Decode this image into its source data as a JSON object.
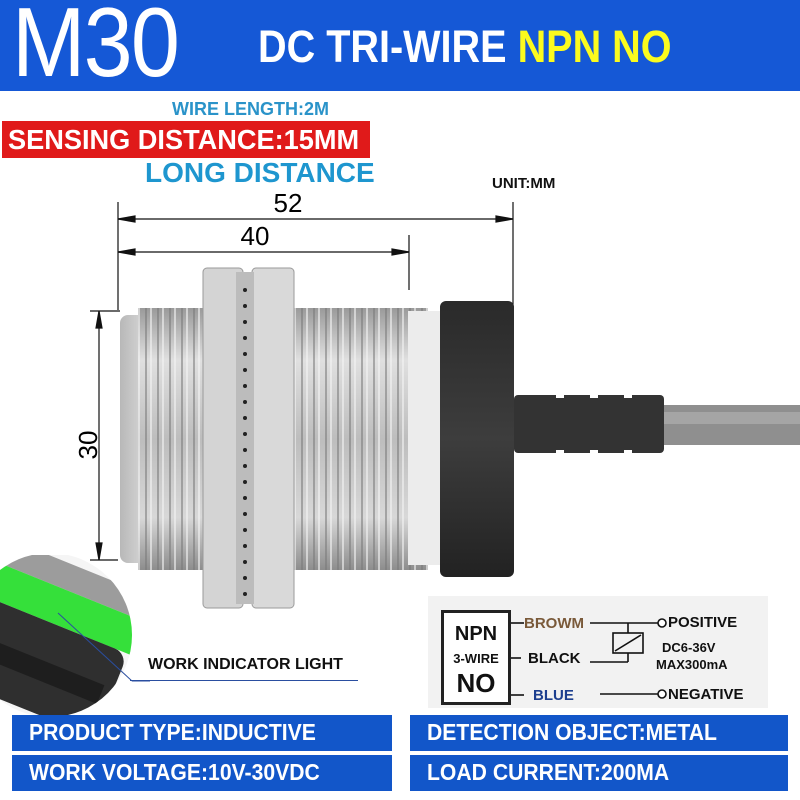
{
  "header": {
    "model": "M30",
    "subtitle_main": "DC TRI-WIRE ",
    "subtitle_highlight": "NPN NO",
    "bg_color": "#1558d6",
    "highlight_color": "#fbfb1e"
  },
  "badges": {
    "wire_length": "WIRE LENGTH:2M",
    "sensing_distance": "SENSING DISTANCE:15MM",
    "long_distance": "LONG DISTANCE"
  },
  "dimensions": {
    "unit": "UNIT:MM",
    "total_length": "52",
    "thread_length": "40",
    "diameter": "30"
  },
  "indicator": {
    "label": "WORK INDICATOR LIGHT"
  },
  "wiring": {
    "box": {
      "line1": "NPN",
      "line2": "3-WIRE",
      "line3": "NO"
    },
    "wires": [
      {
        "label": "BROWM",
        "color": "#7a5a3a",
        "terminal": "POSITIVE"
      },
      {
        "label": "BLACK",
        "color": "#111111",
        "terminal": ""
      },
      {
        "label": "BLUE",
        "color": "#1d3f8f",
        "terminal": "NEGATIVE"
      }
    ],
    "spec_voltage": "DC6-36V",
    "spec_current": "MAX300mA"
  },
  "specs": [
    {
      "label": "PRODUCT TYPE:INDUCTIVE"
    },
    {
      "label": "DETECTION OBJECT:METAL"
    },
    {
      "label": "WORK VOLTAGE:10V-30VDC"
    },
    {
      "label": "LOAD CURRENT:200MA"
    }
  ]
}
